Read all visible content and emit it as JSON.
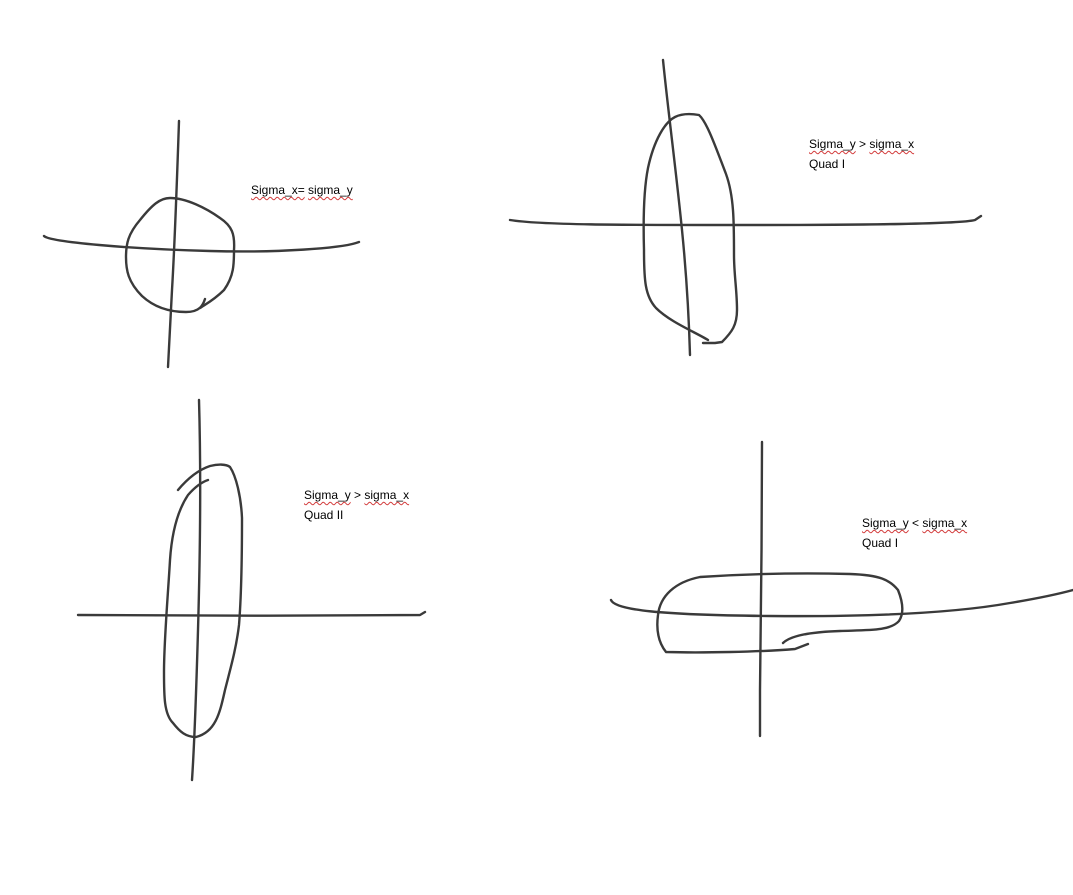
{
  "colors": {
    "background": "#ffffff",
    "ink": "#3a3a3a",
    "text": "#000000",
    "spellcheck_underline": "#d23a3a"
  },
  "panels": [
    {
      "id": "p1",
      "caption": "Sigma_x= sigma_y",
      "caption_words": [
        "Sigma_x=",
        "sigma_y"
      ],
      "subcaption": ""
    },
    {
      "id": "p2",
      "caption": "Sigma_y > sigma_x",
      "caption_words": [
        "Sigma_y",
        ">",
        "sigma_x"
      ],
      "subcaption": "Quad I"
    },
    {
      "id": "p3",
      "caption": "Sigma_y > sigma_x",
      "caption_words": [
        "Sigma_y",
        ">",
        "sigma_x"
      ],
      "subcaption": "Quad II"
    },
    {
      "id": "p4",
      "caption": "Sigma_y < sigma_x",
      "caption_words": [
        "Sigma_y",
        "<",
        "sigma_x"
      ],
      "subcaption": "Quad I"
    }
  ]
}
